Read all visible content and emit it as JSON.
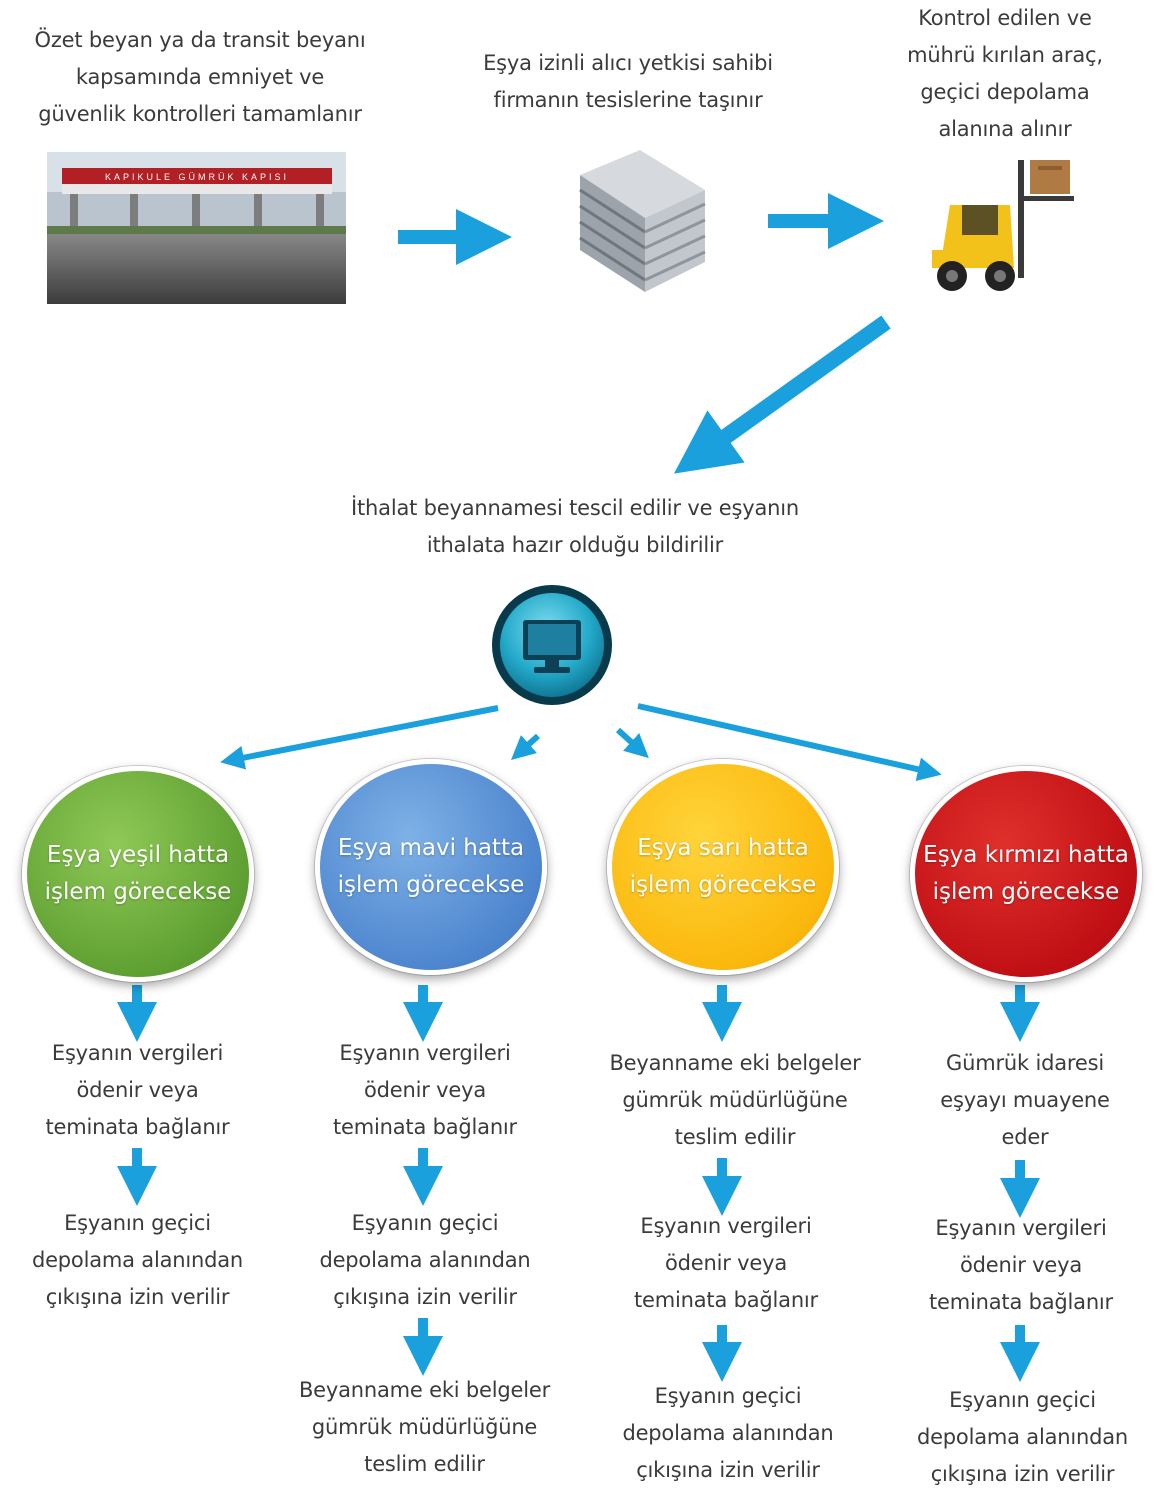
{
  "top": {
    "step1": "Özet beyan ya da transit beyanı\nkapsamında emniyet ve\ngüvenlik kontrolleri tamamlanır",
    "step2": "Eşya izinli alıcı yetkisi sahibi\nfirmanın tesislerine taşınır",
    "step3": "Kontrol edilen ve\nmührü kırılan araç,\ngeçici depolama\nalanına alınır",
    "gate_sign": "KAPIKULE GÜMRÜK KAPISI"
  },
  "middle": {
    "declaration": "İthalat beyannamesi tescil edilir ve eşyanın\nithalata hazır olduğu bildirilir"
  },
  "lanes": [
    {
      "label": "Eşya yeşil hatta\nişlem görecekse",
      "color": "#5fa032",
      "steps": [
        "Eşyanın vergileri\nödenir veya\nteminata bağlanır",
        "Eşyanın geçici\ndepolama alanından\nçıkışına izin verilir"
      ]
    },
    {
      "label": "Eşya mavi hatta\nişlem görecekse",
      "color": "#4e86cf",
      "steps": [
        "Eşyanın vergileri\nödenir veya\nteminata bağlanır",
        "Eşyanın geçici\ndepolama alanından\nçıkışına izin verilir",
        "Beyanname eki belgeler\ngümrük müdürlüğüne\nteslim edilir"
      ]
    },
    {
      "label": "Eşya sarı hatta\nişlem görecekse",
      "color": "#fbb80d",
      "steps": [
        "Beyanname eki belgeler\ngümrük müdürlüğüne\nteslim edilir",
        "Eşyanın vergileri\nödenir veya\nteminata bağlanır",
        "Eşyanın geçici\ndepolama alanından\nçıkışına izin verilir"
      ]
    },
    {
      "label": "Eşya kırmızı hatta\nişlem görecekse",
      "color": "#c11015",
      "steps": [
        "Gümrük idaresi\neşyayı muayene\neder",
        "Eşyanın vergileri\nödenir veya\nteminata bağlanır",
        "Eşyanın geçici\ndepolama alanından\nçıkışına izin verilir"
      ]
    }
  ],
  "colors": {
    "arrow": "#1aa0dc",
    "text": "#3b3b3b"
  },
  "icons": [
    "customs-gate-photo",
    "server-building-icon",
    "forklift-icon",
    "computer-monitor-icon"
  ]
}
